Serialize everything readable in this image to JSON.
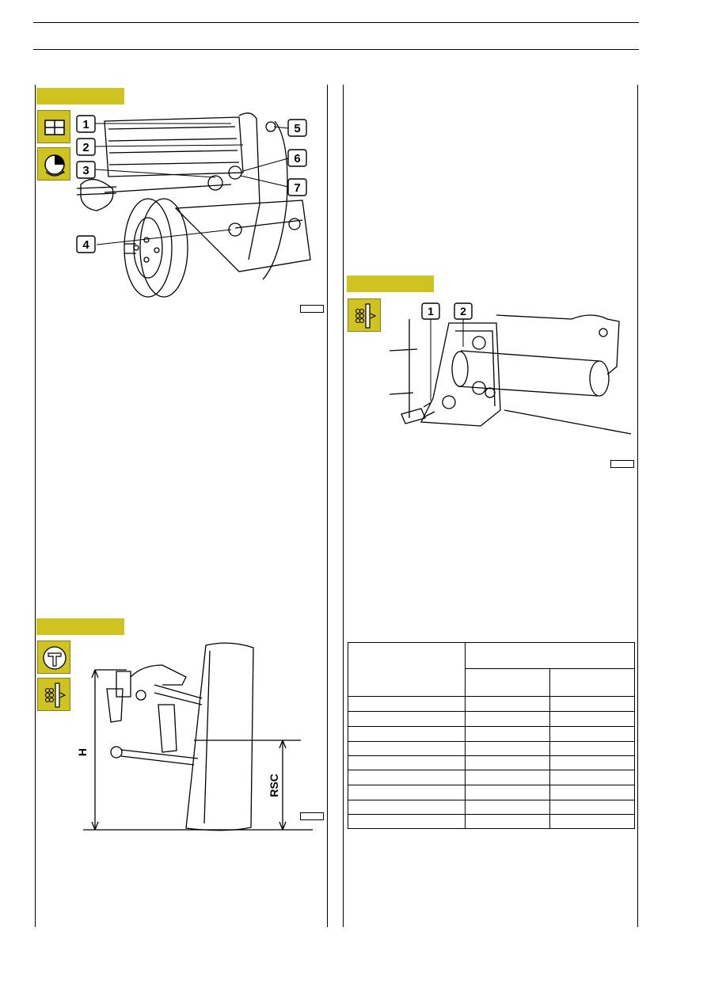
{
  "figures": {
    "front_suspension": {
      "callouts": [
        "1",
        "2",
        "3",
        "4",
        "5",
        "6",
        "7"
      ]
    },
    "height_measure": {
      "labels": {
        "h": "H",
        "rsc": "RSC"
      }
    },
    "anti_roll_bar": {
      "callouts": [
        "1",
        "2"
      ]
    }
  },
  "icons": {
    "section1": [
      "panel-grid-icon",
      "rotation-gauge-icon"
    ],
    "section2": [
      "calipers-icon",
      "adjust-shim-icon"
    ],
    "section3": [
      "adjust-shim-icon"
    ]
  },
  "colors": {
    "section_accent": "#cfc321",
    "icon_border": "#8a8216",
    "line": "#000000"
  }
}
